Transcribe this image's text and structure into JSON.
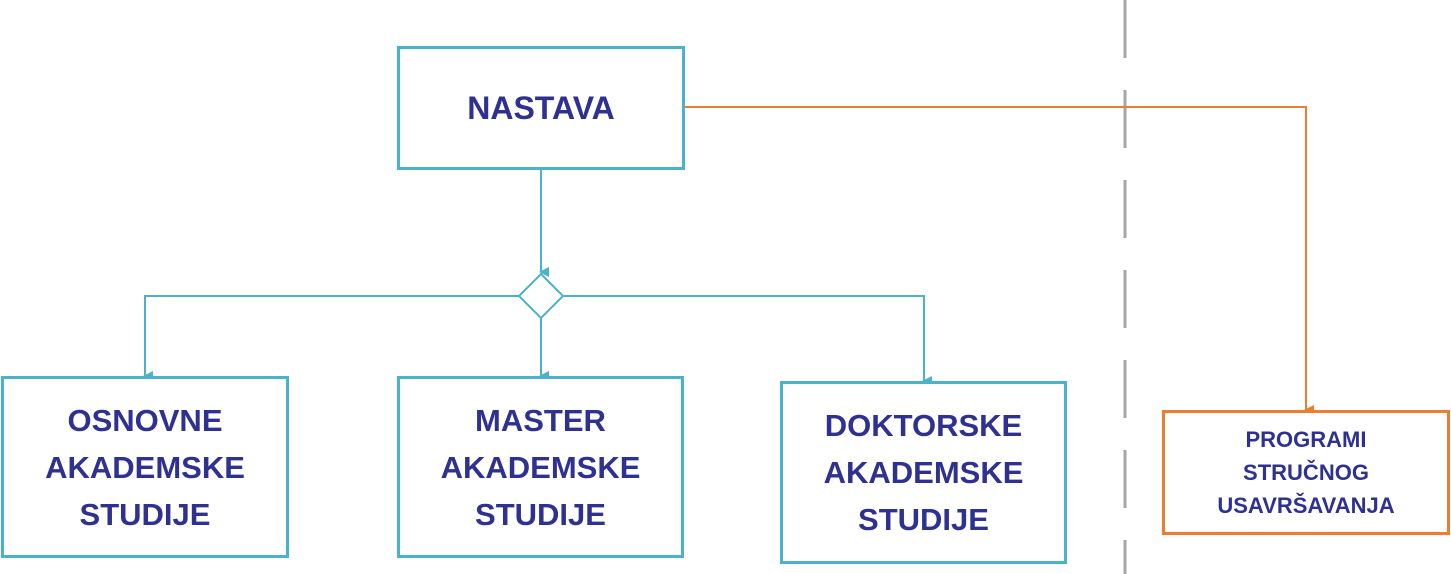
{
  "diagram": {
    "root": {
      "label": "NASTAVA"
    },
    "children": [
      {
        "label": "OSNOVNE\nAKADEMSKE\nSTUDIJE"
      },
      {
        "label": "MASTER\nAKADEMSKE\nSTUDIJE"
      },
      {
        "label": "DOKTORSKE\nAKADEMSKE\nSTUDIJE"
      }
    ],
    "side": {
      "label": "PROGRAMI\nSTRUČNOG\nUSAVRŠAVANJA"
    }
  },
  "colors": {
    "text": "#2e3192",
    "teal_border": "#4bb3c9",
    "orange_border": "#ed7d31",
    "divider": "#a6a6a6"
  }
}
